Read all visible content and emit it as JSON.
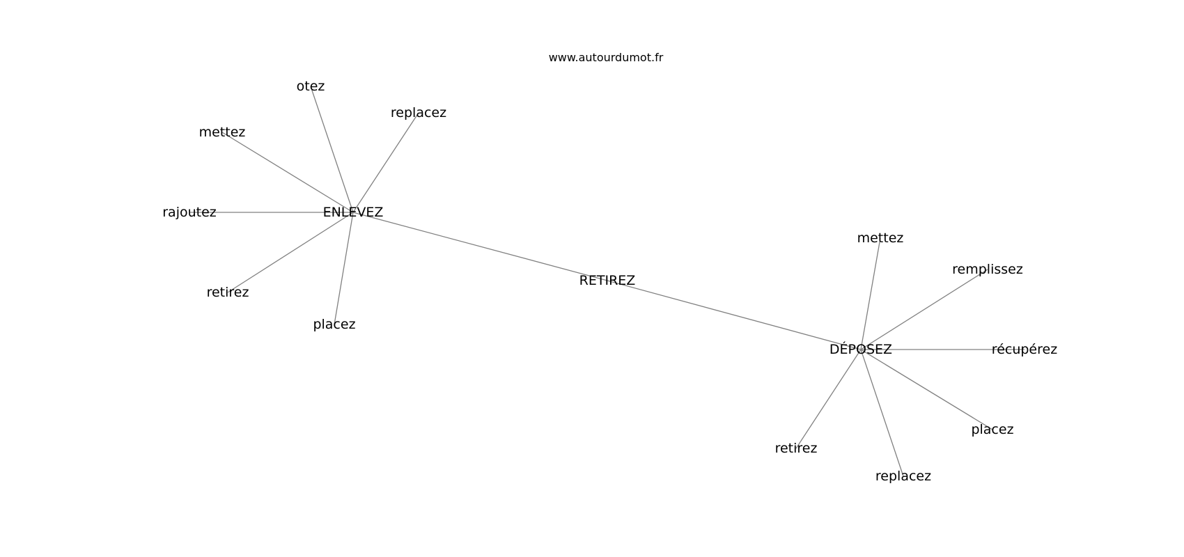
{
  "graph": {
    "site": "www.autourdumot.fr",
    "nodes": [
      {
        "id": "retirez_c",
        "label": "RETIREZ"
      },
      {
        "id": "enlevez",
        "label": "ENLEVEZ"
      },
      {
        "id": "deposez",
        "label": "DÉPOSEZ"
      },
      {
        "id": "e_otez",
        "label": "otez"
      },
      {
        "id": "e_replacez",
        "label": "replacez"
      },
      {
        "id": "e_mettez",
        "label": "mettez"
      },
      {
        "id": "e_rajoutez",
        "label": "rajoutez"
      },
      {
        "id": "e_retirez",
        "label": "retirez"
      },
      {
        "id": "e_placez",
        "label": "placez"
      },
      {
        "id": "d_mettez",
        "label": "mettez"
      },
      {
        "id": "d_remplissez",
        "label": "remplissez"
      },
      {
        "id": "d_recuperez",
        "label": "récupérez"
      },
      {
        "id": "d_placez",
        "label": "placez"
      },
      {
        "id": "d_replacez",
        "label": "replacez"
      },
      {
        "id": "d_retirez",
        "label": "retirez"
      }
    ],
    "edges": [
      [
        "enlevez",
        "retirez_c"
      ],
      [
        "retirez_c",
        "deposez"
      ],
      [
        "enlevez",
        "e_otez"
      ],
      [
        "enlevez",
        "e_replacez"
      ],
      [
        "enlevez",
        "e_mettez"
      ],
      [
        "enlevez",
        "e_rajoutez"
      ],
      [
        "enlevez",
        "e_retirez"
      ],
      [
        "enlevez",
        "e_placez"
      ],
      [
        "deposez",
        "d_mettez"
      ],
      [
        "deposez",
        "d_remplissez"
      ],
      [
        "deposez",
        "d_recuperez"
      ],
      [
        "deposez",
        "d_placez"
      ],
      [
        "deposez",
        "d_replacez"
      ],
      [
        "deposez",
        "d_retirez"
      ]
    ]
  }
}
